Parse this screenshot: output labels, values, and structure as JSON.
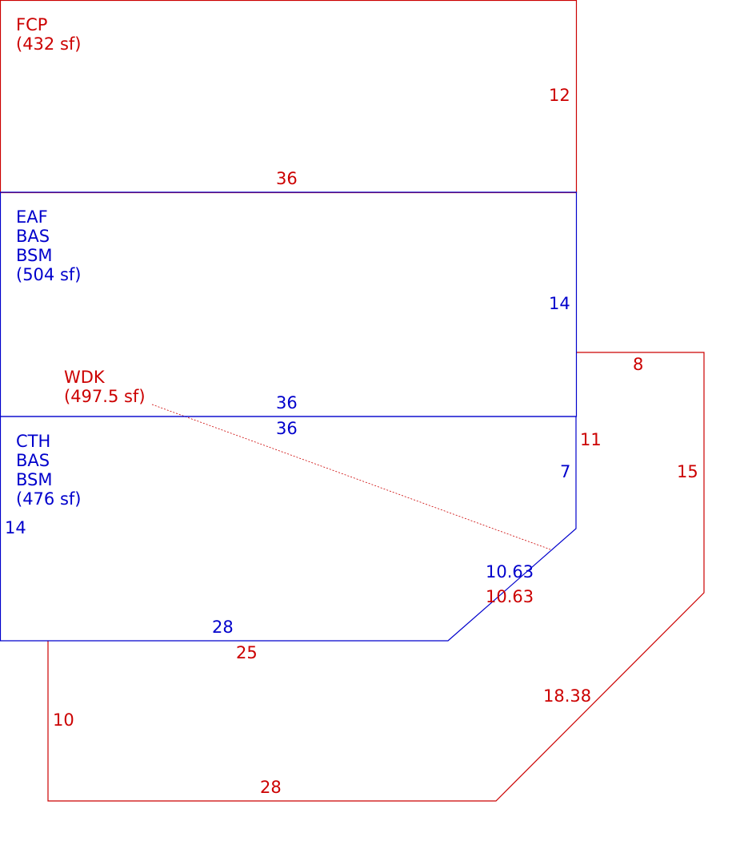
{
  "colors": {
    "red": "#cc0000",
    "blue": "#0000cc"
  },
  "areas": {
    "fcp": {
      "lines": [
        "FCP",
        "(432 sf)"
      ]
    },
    "eaf": {
      "lines": [
        "EAF",
        "BAS",
        "BSM",
        "(504 sf)"
      ]
    },
    "wdk": {
      "lines": [
        "WDK",
        "(497.5 sf)"
      ]
    },
    "cth": {
      "lines": [
        "CTH",
        "BAS",
        "BSM",
        "(476 sf)"
      ]
    }
  },
  "dimensions": {
    "fcp_right": "12",
    "fcp_bottom": "36",
    "eaf_right": "14",
    "eaf_bottom": "36",
    "cth_top": "36",
    "cth_left": "14",
    "cth_right": "7",
    "cth_diagonal": "10.63",
    "cth_bottom": "28",
    "wdk_top": "8",
    "wdk_right_upper": "11",
    "wdk_right": "15",
    "wdk_diagonal_inner": "10.63",
    "wdk_inner_bottom": "25",
    "wdk_left": "10",
    "wdk_bottom": "28",
    "wdk_diagonal_outer": "18.38"
  }
}
